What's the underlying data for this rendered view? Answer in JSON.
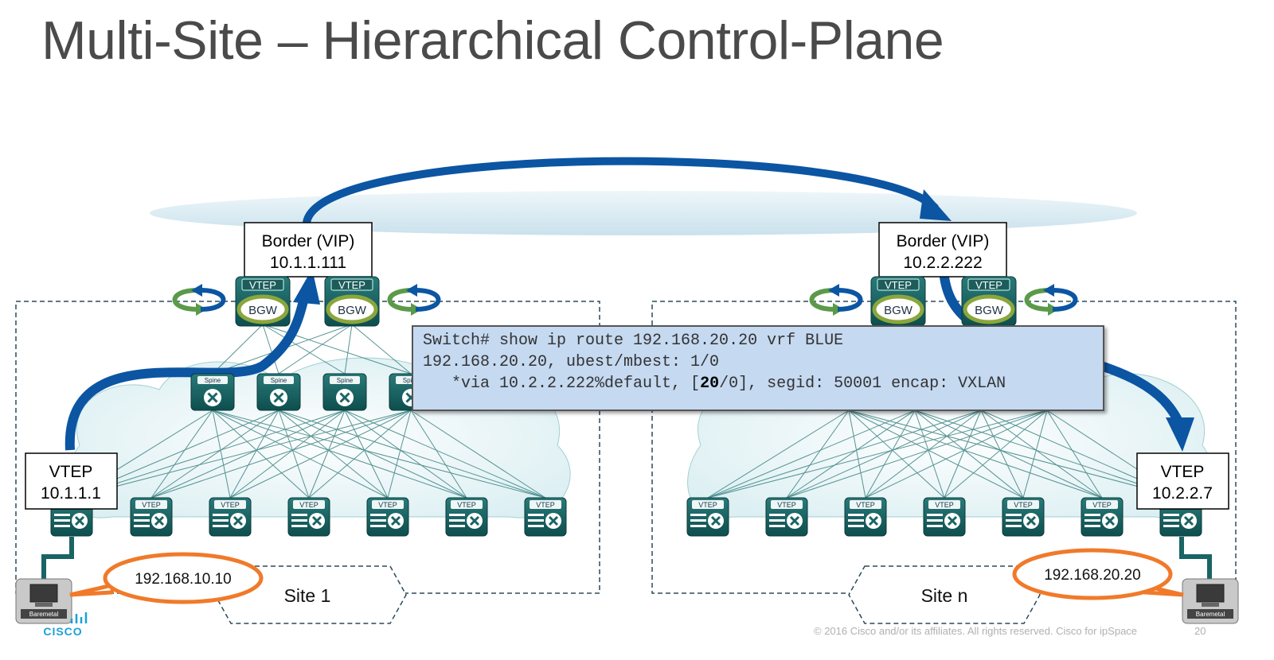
{
  "slide": {
    "title": "Multi-Site – Hierarchical Control-Plane",
    "footer": "© 2016  Cisco and/or its affiliates. All rights reserved.    Cisco for ipSpace",
    "page_number": "20",
    "logo_text": "CISCO"
  },
  "labels": {
    "border_left": [
      "Border (VIP)",
      "10.1.1.111"
    ],
    "border_right": [
      "Border (VIP)",
      "10.2.2.222"
    ],
    "vtep_left": [
      "VTEP",
      "10.1.1.1"
    ],
    "vtep_right": [
      "VTEP",
      "10.2.2.7"
    ],
    "site_left": "Site 1",
    "site_right": "Site n",
    "host_ip_left": "192.168.10.10",
    "host_ip_right": "192.168.20.20",
    "bgw": "BGW",
    "vtep_tag": "VTEP",
    "spine_tag": "Spine",
    "baremetal_tag": "Baremetal"
  },
  "cli": {
    "line1": "Switch# show ip route 192.168.20.20 vrf BLUE",
    "line2": "192.168.20.20, ubest/mbest: 1/0",
    "line3_pre": "   *via 10.2.2.222%default, [",
    "line3_bold": "20",
    "line3_post": "/0], segid: 50001 encap: VXLAN"
  },
  "colors": {
    "arrow_blue": "#0b55a3",
    "device_teal": "#1a6464",
    "callout_orange": "#f07a2a",
    "cli_bg": "#c5d9f1",
    "bgw_ring": "#8aa63c"
  }
}
